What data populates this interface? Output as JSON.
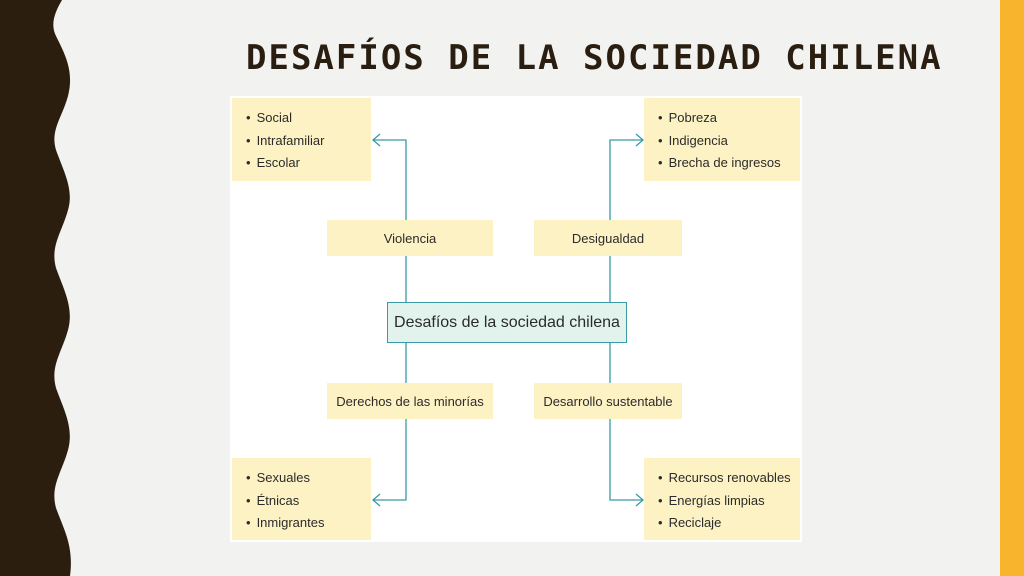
{
  "slide": {
    "title": "DESAFÍOS DE LA SOCIEDAD CHILENA",
    "colors": {
      "background": "#f2f2f1",
      "left_band": "#2b1e0f",
      "accent_bar": "#f7b42c",
      "box_fill": "#fdf2c4",
      "center_fill": "#e2f2ed",
      "connector": "#3a9aa8"
    }
  },
  "diagram": {
    "center": {
      "label": "Desafíos de la sociedad chilena"
    },
    "branches": [
      {
        "category": "Violencia",
        "items": [
          "Social",
          "Intrafamiliar",
          "Escolar"
        ]
      },
      {
        "category": "Desigualdad",
        "items": [
          "Pobreza",
          "Indigencia",
          "Brecha de ingresos"
        ]
      },
      {
        "category": "Derechos de las minorías",
        "items": [
          "Sexuales",
          "Étnicas",
          "Inmigrantes"
        ]
      },
      {
        "category": "Desarrollo sustentable",
        "items": [
          "Recursos renovables",
          "Energías limpias",
          "Reciclaje"
        ]
      }
    ]
  }
}
